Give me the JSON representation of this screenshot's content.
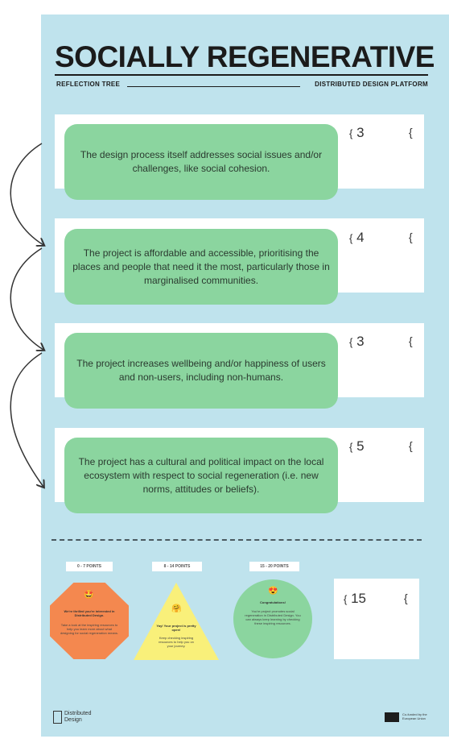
{
  "header": {
    "title": "SOCIALLY REGENERATIVE",
    "subtitle_left": "REFLECTION TREE",
    "subtitle_right": "DISTRIBUTED DESIGN PLATFORM"
  },
  "criteria": [
    {
      "text": "The design process itself addresses social issues and/or challenges, like social cohesion.",
      "score": "3",
      "brace": "{"
    },
    {
      "text": "The project is affordable and accessible, prioritising the places and people that need it the most, particularly those in marginalised communities.",
      "score": "4",
      "brace": "{"
    },
    {
      "text": "The project increases wellbeing and/or happiness of users and non-users, including non-humans.",
      "score": "3",
      "brace": "{"
    },
    {
      "text": "The project has a cultural and political impact on the local ecosystem with respect to social regeneration (i.e. new norms, attitudes or beliefs).",
      "score": "5",
      "brace": "{"
    }
  ],
  "results": {
    "low": {
      "label": "0 - 7 POINTS",
      "heading": "We're thrilled you're interested in Distributed Design.",
      "body": "Take a look at the inspiring resources to help you learn more about what designing for social regeneration means."
    },
    "mid": {
      "label": "8 - 14 POINTS",
      "heading": "Yay! Your project is pretty open!",
      "body": "Keep checking inspiring resources to help you on your journey."
    },
    "high": {
      "label": "15 - 20 POINTS",
      "heading": "Congratulations!",
      "body": "You're project promotes social regeneration in Distributed Design. You can always keep learning by checking these inspiring resources."
    },
    "total": {
      "score": "15",
      "brace": "{"
    }
  },
  "footer": {
    "logo_line1": "Distributed",
    "logo_line2": "Design",
    "eu_text": "Co-funded by the European Union"
  },
  "colors": {
    "background": "#bfe3ed",
    "statement": "#8bd59f",
    "octagon": "#f4884f",
    "triangle": "#f9f07a",
    "circle": "#8bd59f"
  }
}
